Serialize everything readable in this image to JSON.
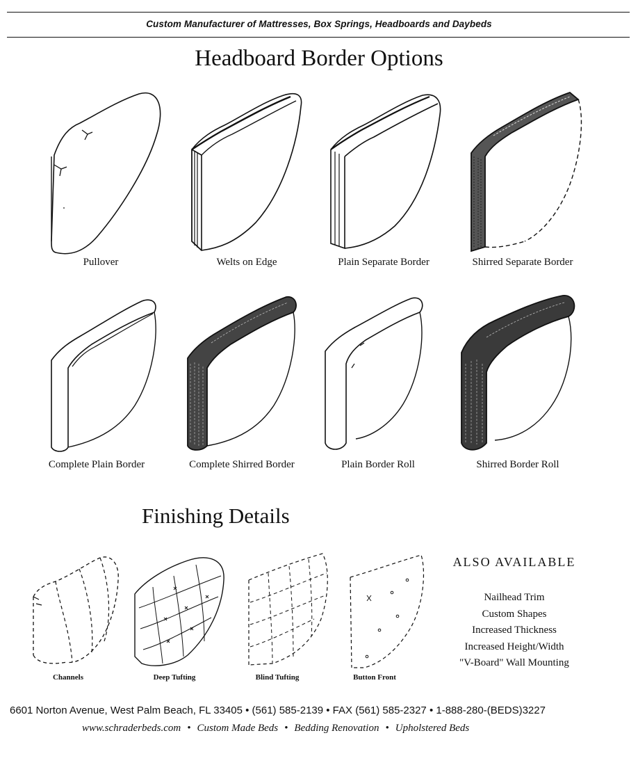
{
  "header": {
    "tagline": "Custom Manufacturer of Mattresses, Box Springs, Headboards and Daybeds"
  },
  "headboard_section": {
    "title": "Headboard Border Options",
    "options": [
      {
        "label": "Pullover"
      },
      {
        "label": "Welts on Edge"
      },
      {
        "label": "Plain Separate Border"
      },
      {
        "label": "Shirred Separate Border"
      },
      {
        "label": "Complete Plain Border"
      },
      {
        "label": "Complete Shirred Border"
      },
      {
        "label": "Plain Border Roll"
      },
      {
        "label": "Shirred Border Roll"
      }
    ]
  },
  "finishing_section": {
    "title": "Finishing Details",
    "details": [
      {
        "label": "Channels"
      },
      {
        "label": "Deep Tufting"
      },
      {
        "label": "Blind Tufting"
      },
      {
        "label": "Button Front"
      }
    ]
  },
  "also_available": {
    "title": "ALSO AVAILABLE",
    "items": [
      "Nailhead Trim",
      "Custom Shapes",
      "Increased Thickness",
      "Increased Height/Width",
      "\"V-Board\" Wall Mounting"
    ]
  },
  "footer": {
    "address": "6601 Norton Avenue, West Palm Beach, FL 33405 • (561) 585-2139 • FAX (561) 585-2327 • 1-888-280-(BEDS)3227",
    "website": "www.schraderbeds.com",
    "services": [
      "Custom Made Beds",
      "Bedding Renovation",
      "Upholstered Beds"
    ],
    "separator": "•"
  }
}
